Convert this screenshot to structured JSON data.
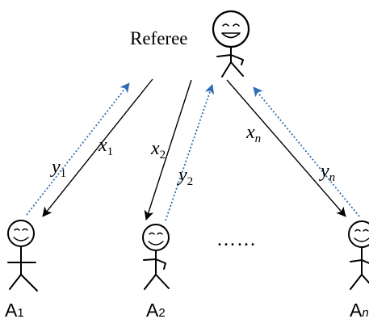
{
  "referee": {
    "label": "Referee",
    "icon": "smiley-stick-figure-icon"
  },
  "agents": [
    {
      "label": "A",
      "subscript": "1",
      "icon": "smiley-stick-figure-icon"
    },
    {
      "label": "A",
      "subscript": "2",
      "icon": "smiley-stick-figure-icon"
    },
    {
      "label": "A",
      "subscript": "n",
      "icon": "smiley-stick-figure-icon"
    }
  ],
  "ellipsis": "……",
  "messages": [
    {
      "question": {
        "base": "x",
        "sub": "1"
      },
      "answer": {
        "base": "y",
        "sub": "1"
      }
    },
    {
      "question": {
        "base": "x",
        "sub": "2"
      },
      "answer": {
        "base": "y",
        "sub": "2"
      }
    },
    {
      "question": {
        "base": "x",
        "sub": "n"
      },
      "answer": {
        "base": "y",
        "sub": "n"
      }
    }
  ],
  "colors": {
    "question_arrow": "#000000",
    "answer_arrow": "#2f6db5",
    "ink": "#000000"
  }
}
